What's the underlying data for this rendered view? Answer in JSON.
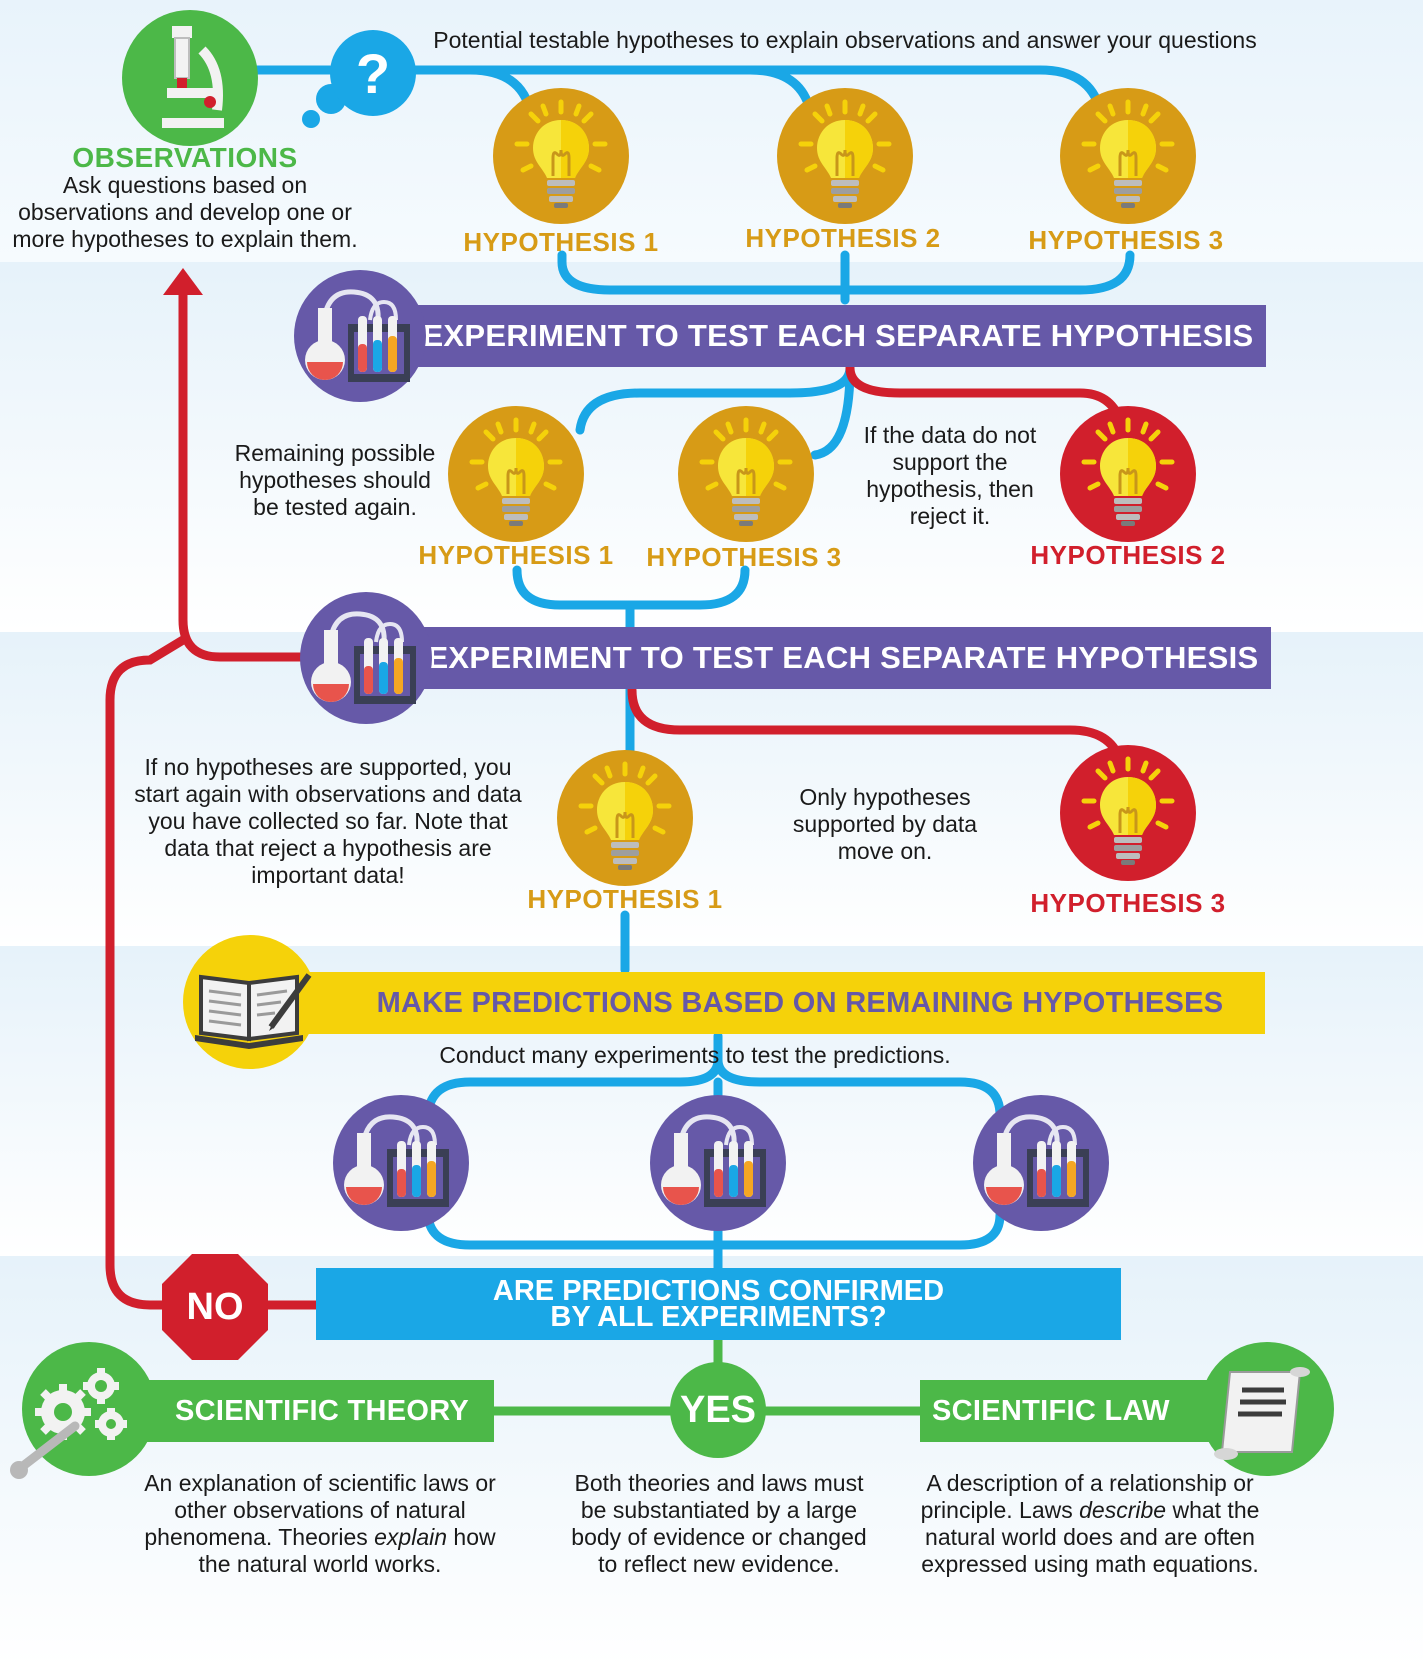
{
  "observations": {
    "title": "OBSERVATIONS",
    "text": "Ask questions based on observations and develop one or more hypotheses to explain them."
  },
  "top_caption": "Potential testable hypotheses to explain observations and answer your questions",
  "question_mark": "?",
  "row1": [
    "HYPOTHESIS 1",
    "HYPOTHESIS 2",
    "HYPOTHESIS 3"
  ],
  "experiment_bar_1": "EXPERIMENT TO TEST EACH SEPARATE HYPOTHESIS",
  "row2": {
    "left_note": "Remaining possible hypotheses should be tested again.",
    "right_note": "If the data do not support the hypothesis, then reject it.",
    "labels": [
      "HYPOTHESIS 1",
      "HYPOTHESIS 3",
      "HYPOTHESIS 2"
    ]
  },
  "experiment_bar_2": "EXPERIMENT TO TEST EACH SEPARATE HYPOTHESIS",
  "row3": {
    "left_note": "If no hypotheses are supported, you start again with observations and data you have collected so far. Note that data that reject a hypothesis are important data!",
    "middle_note": "Only hypotheses supported by data move on.",
    "labels": [
      "HYPOTHESIS 1",
      "HYPOTHESIS 3"
    ]
  },
  "predictions_bar": "MAKE PREDICTIONS BASED ON REMAINING HYPOTHESES",
  "predictions_caption": "Conduct many experiments to test the predictions.",
  "confirm_box": {
    "line1": "ARE PREDICTIONS CONFIRMED",
    "line2": "BY ALL EXPERIMENTS?"
  },
  "no_sign": "NO",
  "yes_circle": "YES",
  "theory": {
    "title": "SCIENTIFIC THEORY",
    "text_before": "An explanation of scientific laws or other observations of natural phenomena. Theories ",
    "text_em": "explain",
    "text_after": " how the natural world works."
  },
  "middle_text": "Both theories and laws must be substantiated by a large body of evidence or changed to reflect new evidence.",
  "law": {
    "title": "SCIENTIFIC LAW",
    "text_before": "A description of a relationship or principle. Laws ",
    "text_em": "describe",
    "text_after": " what the natural world does and are often expressed using math equations."
  },
  "colors": {
    "blue_line": "#1aa7e6",
    "red_line": "#d11f2c",
    "green": "#4cb848",
    "purple": "#6659a8",
    "yellow": "#f5d20a",
    "gold": "#d79b16",
    "confirm_blue": "#1aa7e6"
  }
}
